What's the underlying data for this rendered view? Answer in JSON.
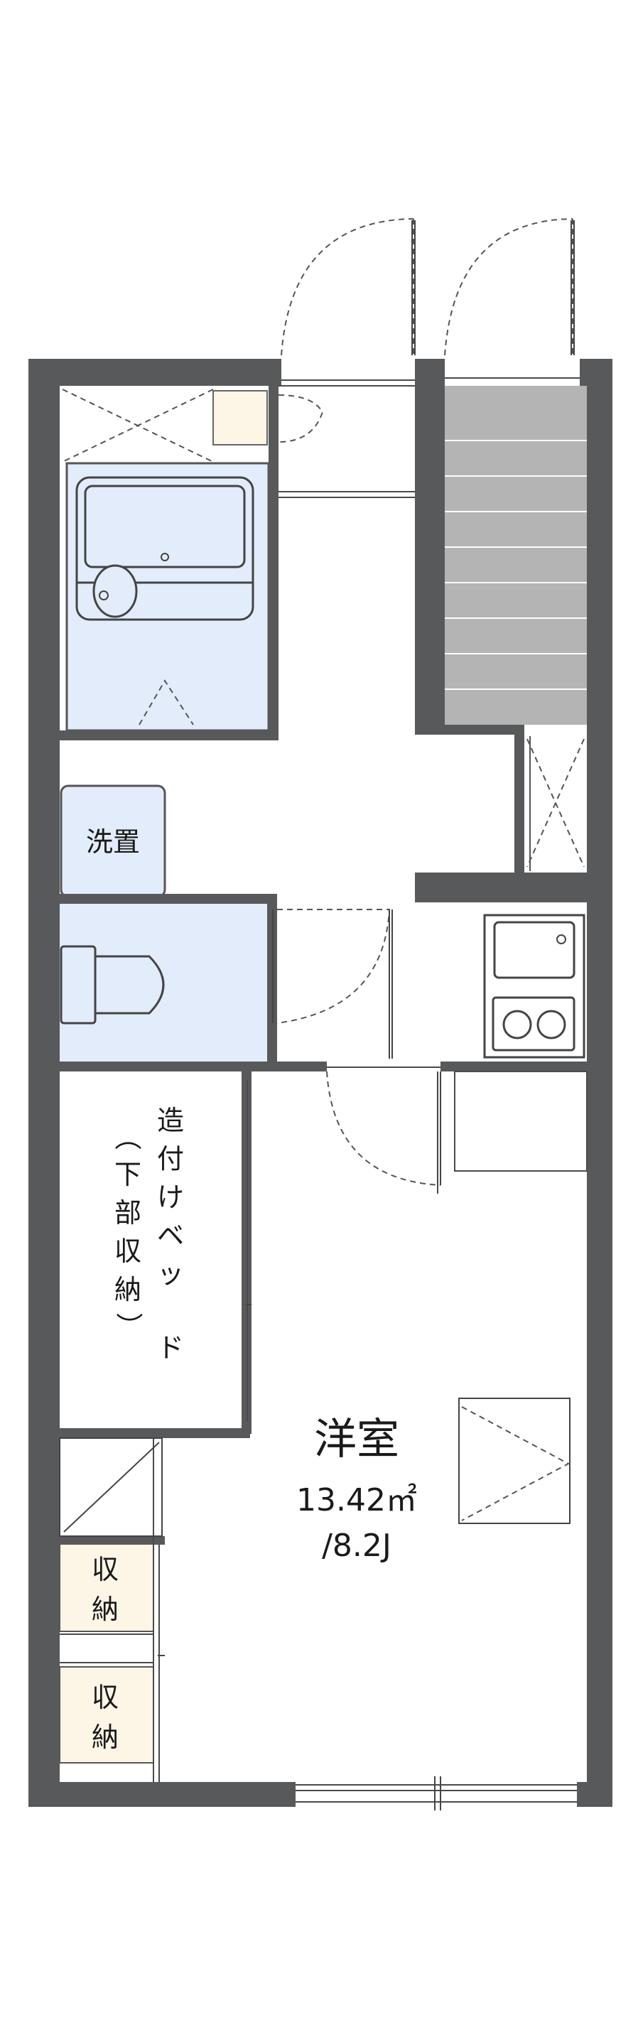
{
  "rooms": {
    "main": {
      "name": "洋室",
      "area": "13.42㎡",
      "size": "/8.2J"
    },
    "laundry": {
      "label": "洗置"
    },
    "loft_bed": {
      "label_lines": [
        "造",
        "付",
        "け",
        "ベ",
        "ッ",
        "ド",
        "（",
        "下",
        "部",
        "収",
        "納",
        "）"
      ]
    },
    "storage_1": {
      "label_lines": [
        "収",
        "納"
      ]
    },
    "storage_2": {
      "label_lines": [
        "収",
        "納"
      ]
    }
  },
  "colors": {
    "wall": "#58595b",
    "wet_fill": "#e3ecfa",
    "storage_fill": "#fdf5e6",
    "stairs_fill": "#b4b4b4",
    "line": "#4a4a4a"
  }
}
